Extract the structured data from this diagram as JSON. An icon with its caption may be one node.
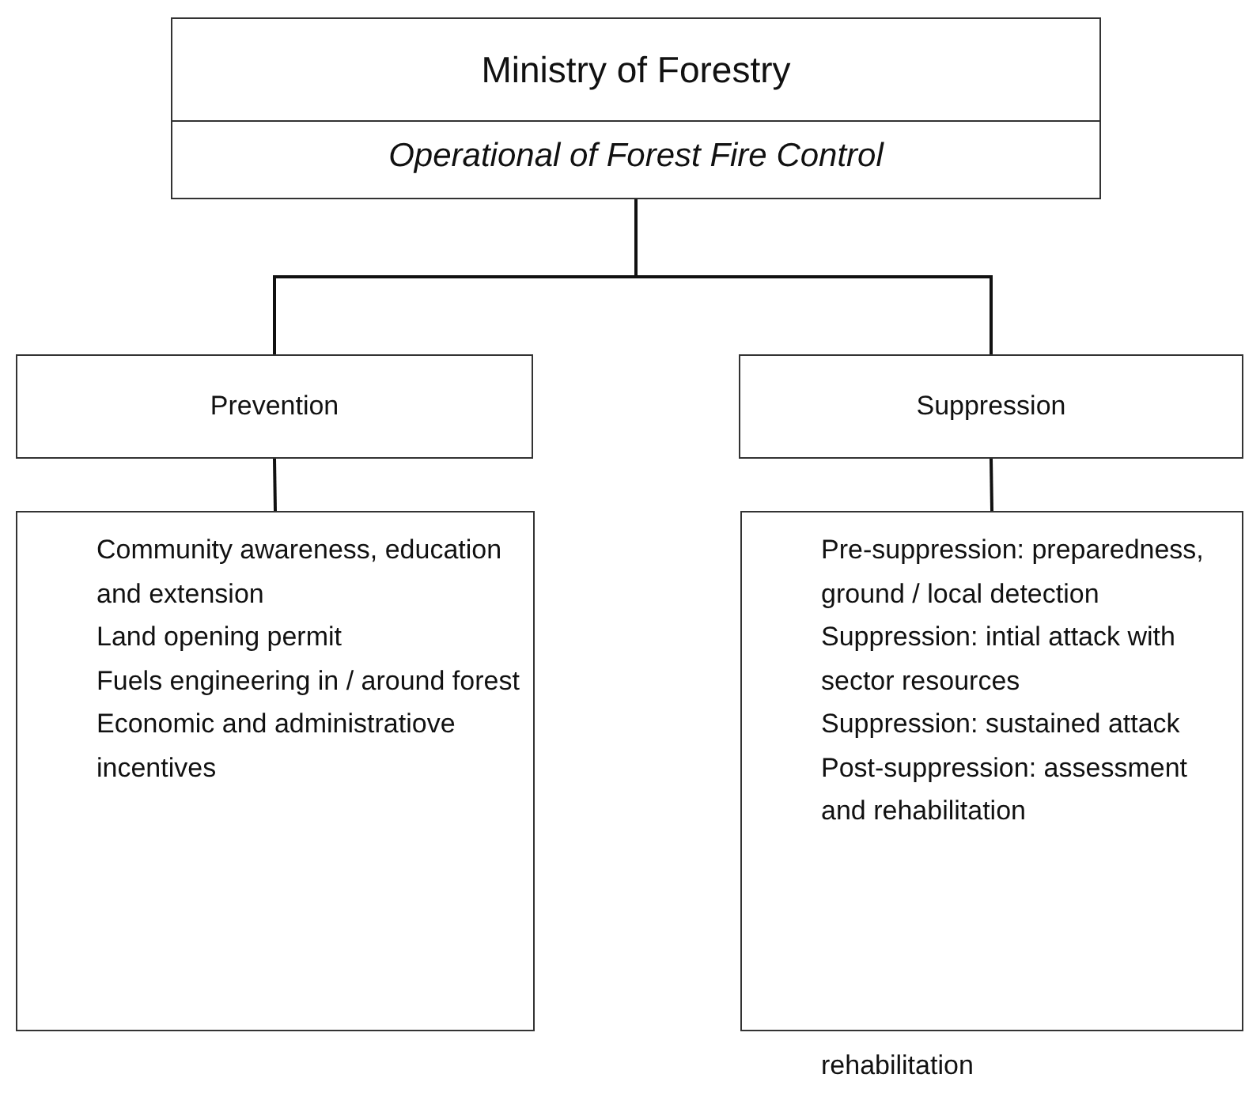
{
  "diagram": {
    "nodes": [
      {
        "text": [
          "Ministry of Forestry",
          "Operational of Forest Fire Control"
        ]
      },
      {
        "text": [
          "Prevention"
        ]
      },
      {
        "text": [
          "Suppression"
        ]
      },
      {
        "text": [
          "Community awareness, education and extension",
          "Land opening permit",
          "Fuels engineering in / around forest",
          "Economic and administratiove incentives"
        ]
      },
      {
        "text": [
          "Pre-suppression: preparedness, ground / local detection",
          "Suppression: intial attack with sector resources",
          "Suppression: sustained attack",
          "Post-suppression: assessment and rehabilitation"
        ]
      }
    ],
    "edges": [
      {
        "from": 0,
        "to": 1,
        "arrow": "none"
      },
      {
        "from": 0,
        "to": 2,
        "arrow": "none"
      },
      {
        "from": 1,
        "to": 3,
        "arrow": "none"
      },
      {
        "from": 2,
        "to": 4,
        "arrow": "none"
      }
    ],
    "labels": [
      "rehabilitation"
    ]
  }
}
